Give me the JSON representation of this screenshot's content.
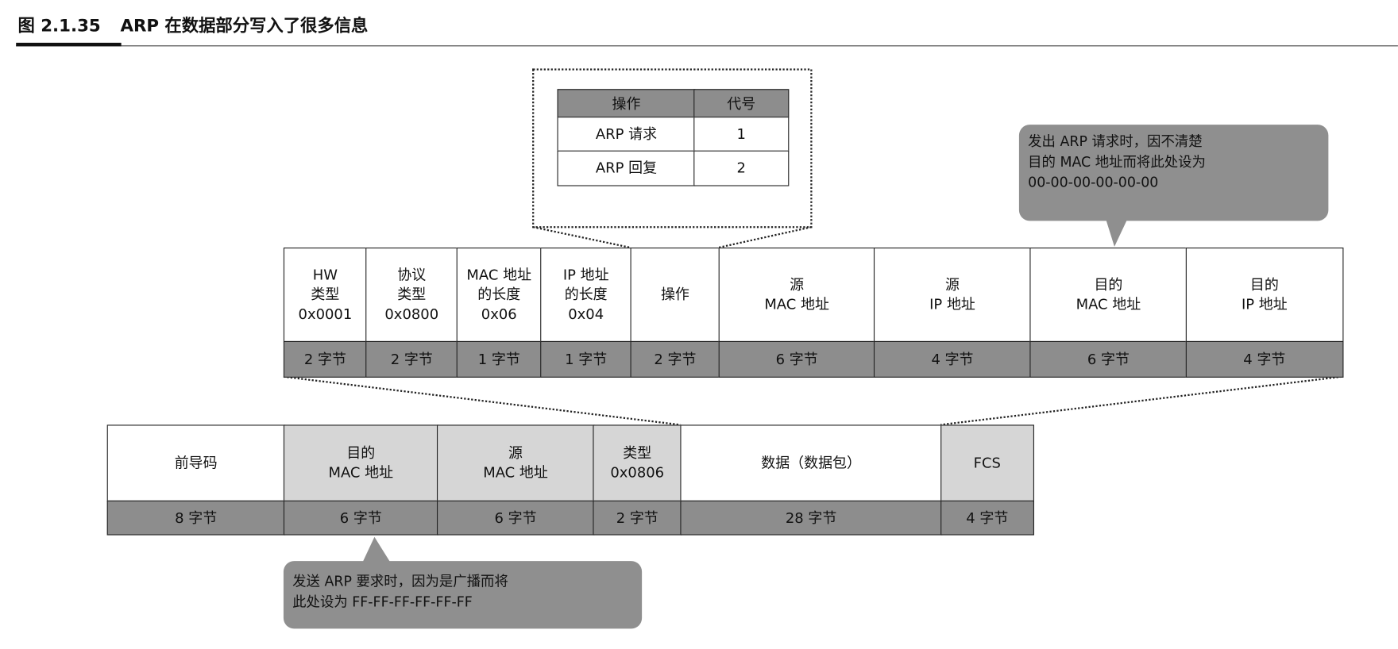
{
  "figure": {
    "number": "图 2.1.35",
    "title": "ARP 在数据部分写入了很多信息"
  },
  "operation_table": {
    "headers": [
      "操作",
      "代号"
    ],
    "rows": [
      [
        "ARP 请求",
        "1"
      ],
      [
        "ARP 回复",
        "2"
      ]
    ]
  },
  "arp_fields": [
    {
      "name": "HW\n类型\n0x0001",
      "size": "2 字节"
    },
    {
      "name": "协议\n类型\n0x0800",
      "size": "2 字节"
    },
    {
      "name": "MAC 地址\n的长度\n0x06",
      "size": "1 字节"
    },
    {
      "name": "IP 地址\n的长度\n0x04",
      "size": "1 字节"
    },
    {
      "name": "操作",
      "size": "2 字节"
    },
    {
      "name": "源\nMAC 地址",
      "size": "6 字节"
    },
    {
      "name": "源\nIP 地址",
      "size": "4 字节"
    },
    {
      "name": "目的\nMAC 地址",
      "size": "6 字节"
    },
    {
      "name": "目的\nIP 地址",
      "size": "4 字节"
    }
  ],
  "ethernet_fields": [
    {
      "name": "前导码",
      "size": "8 字节"
    },
    {
      "name": "目的\nMAC 地址",
      "size": "6 字节"
    },
    {
      "name": "源\nMAC 地址",
      "size": "6 字节"
    },
    {
      "name": "类型\n0x0806",
      "size": "2 字节"
    },
    {
      "name": "数据（数据包）",
      "size": "28 字节"
    },
    {
      "name": "FCS",
      "size": "4 字节"
    }
  ],
  "callouts": {
    "target_mac": "发出 ARP 请求时，因不清楚\n目的 MAC 地址而将此处设为\n00-00-00-00-00-00",
    "dest_mac_broadcast": "发送 ARP 要求时，因为是广播而将\n此处设为 FF-FF-FF-FF-FF-FF"
  },
  "colors": {
    "size_row": "#8d8d8d",
    "highlight_cell": "#d6d6d6",
    "callout": "#8f8f8f"
  }
}
